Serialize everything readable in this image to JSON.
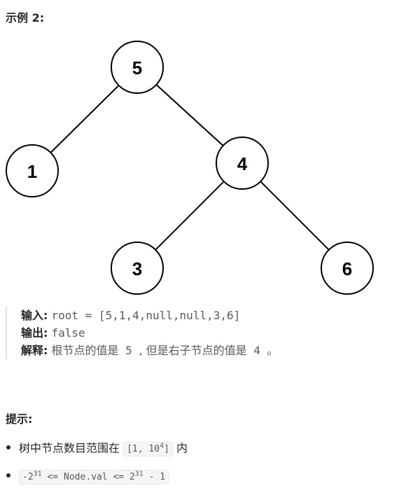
{
  "example": {
    "heading": "示例 2:",
    "tree": {
      "nodes": [
        {
          "id": "n5",
          "label": "5"
        },
        {
          "id": "n1",
          "label": "1"
        },
        {
          "id": "n4",
          "label": "4"
        },
        {
          "id": "n3",
          "label": "3"
        },
        {
          "id": "n6",
          "label": "6"
        }
      ],
      "edges": [
        [
          "n5",
          "n1"
        ],
        [
          "n5",
          "n4"
        ],
        [
          "n4",
          "n3"
        ],
        [
          "n4",
          "n6"
        ]
      ]
    },
    "input_label": "输入:",
    "input_value": "root = [5,1,4,null,null,3,6]",
    "output_label": "输出:",
    "output_value": "false",
    "explanation_label": "解释:",
    "explanation_text_a": "根节点的值是",
    "explanation_value_a": " 5 ",
    "explanation_text_b": ", 但是右子节点的值是",
    "explanation_value_b": " 4 ",
    "explanation_text_c": "。"
  },
  "hints": {
    "heading": "提示:",
    "item1_text": "树中节点数目范围在",
    "item1_range_open": "[1, 10",
    "item1_range_exp": "4",
    "item1_range_close": "]",
    "item1_suffix": "内",
    "item2_base_a": "-2",
    "item2_exp_a": "31",
    "item2_mid": " <= Node.val <= 2",
    "item2_exp_b": "31",
    "item2_tail": " - 1"
  }
}
